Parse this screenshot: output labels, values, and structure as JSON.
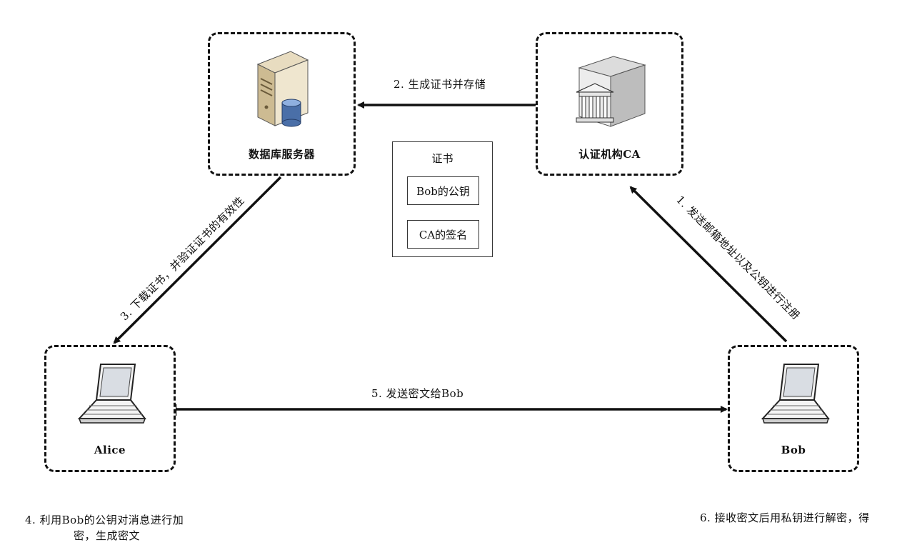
{
  "nodes": {
    "db_server": "数据库服务器",
    "ca": "认证机构CA",
    "alice": "Alice",
    "bob": "Bob"
  },
  "edges": {
    "step1": "1. 发送邮箱地址以及公钥进行注册",
    "step2": "2. 生成证书并存储",
    "step3": "3. 下载证书，并验证证书的有效性",
    "step5": "5. 发送密文给Bob"
  },
  "certificate": {
    "title": "证书",
    "field_pubkey": "Bob的公钥",
    "field_signature": "CA的签名"
  },
  "notes": {
    "step4_line1": "4. 利用Bob的公钥对消息进行加",
    "step4_line2": "密，生成密文",
    "step6": "6. 接收密文后用私钥进行解密，得"
  },
  "colors": {
    "line": "#111111",
    "border": "#111111"
  }
}
